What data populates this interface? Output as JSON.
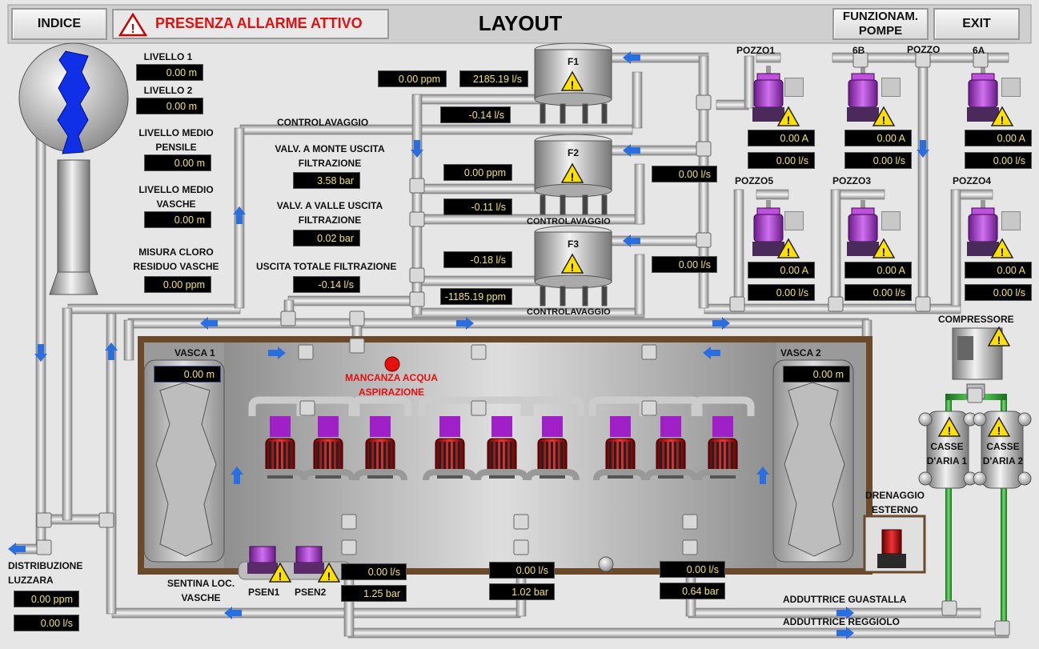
{
  "header": {
    "indice_label": "INDICE",
    "alarm_text": "PRESENZA ALLARME ATTIVO",
    "page_title": "LAYOUT",
    "pumps_label": "FUNZIONAM. POMPE",
    "exit_label": "EXIT"
  },
  "tower": {
    "livello1_label": "LIVELLO 1",
    "livello1_value": "0.00 m",
    "livello2_label": "LIVELLO 2",
    "livello2_value": "0.00 m",
    "medio_pensile_label": "LIVELLO MEDIO PENSILE",
    "medio_pensile_value": "0.00 m",
    "medio_vasche_label": "LIVELLO MEDIO VASCHE",
    "medio_vasche_value": "0.00 m",
    "cloro_label": "MISURA CLORO RESIDUO VASCHE",
    "cloro_value": "0.00 ppm"
  },
  "filtration": {
    "controlavaggio_label": "CONTROLAVAGGIO",
    "valv_monte_label": "VALV. A MONTE USCITA FILTRAZIONE",
    "valv_monte_value": "3.58 bar",
    "valv_valle_label": "VALV. A VALLE USCITA FILTRAZIONE",
    "valv_valle_value": "0.02 bar",
    "uscita_totale_label": "USCITA TOTALE FILTRAZIONE",
    "uscita_totale_value": "-0.14 l/s",
    "f1_label": "F1",
    "f2_label": "F2",
    "f3_label": "F3",
    "f1_ppm": "0.00 ppm",
    "f1_flow": "2185.19 l/s",
    "f1_out": "-0.14 l/s",
    "f2_ppm": "0.00 ppm",
    "f2_out": "-0.11 l/s",
    "f2_side": "0.00 l/s",
    "f3_in": "-0.18 l/s",
    "f3_out": "-1185.19 ppm",
    "f3_side": "0.00 l/s",
    "controlavaggio_f2": "CONTROLAVAGGIO",
    "controlavaggio_f3": "CONTROLAVAGGIO"
  },
  "wells": [
    {
      "name": "POZZO1",
      "amp": "0.00 A",
      "flow": "0.00 l/s"
    },
    {
      "name": "6B",
      "amp": "0.00 A",
      "flow": "0.00 l/s"
    },
    {
      "name": "6A",
      "amp": "0.00 A",
      "flow": "0.00 l/s"
    },
    {
      "name": "POZZO5",
      "amp": "0.00 A",
      "flow": "0.00 l/s"
    },
    {
      "name": "POZZO3",
      "amp": "0.00 A",
      "flow": "0.00 l/s"
    },
    {
      "name": "POZZO4",
      "amp": "0.00 A",
      "flow": "0.00 l/s"
    }
  ],
  "pozzo_label": "POZZO",
  "tanks": {
    "vasca1_label": "VASCA 1",
    "vasca1_value": "0.00 m",
    "vasca2_label": "VASCA 2",
    "vasca2_value": "0.00 m",
    "alarm_label": "MANCANZA ACQUA ASPIRAZIONE"
  },
  "pump_groups": [
    {
      "flow": "0.00 l/s",
      "pressure": "1.25 bar"
    },
    {
      "flow": "0.00 l/s",
      "pressure": "1.02 bar"
    },
    {
      "flow": "0.00 l/s",
      "pressure": "0.64 bar"
    }
  ],
  "bottom": {
    "distribuzione_label": "DISTRIBUZIONE LUZZARA",
    "distribuzione_ppm": "0.00 ppm",
    "distribuzione_flow": "0.00 l/s",
    "sentina_label": "SENTINA LOC. VASCHE",
    "psen1_label": "PSEN1",
    "psen2_label": "PSEN2",
    "guastalla_label": "ADDUTTRICE GUASTALLA",
    "reggiolo_label": "ADDUTTRICE REGGIOLO",
    "drenaggio_label": "DRENAGGIO ESTERNO"
  },
  "compressor": {
    "label": "COMPRESSORE",
    "cassa1_label": "CASSE D'ARIA 1",
    "cassa2_label": "CASSE D'ARIA 2"
  },
  "colors": {
    "value_bg": "#000000",
    "value_text": "#f3e26b",
    "alarm_red": "#e01010",
    "pipe": "#c4c4c4",
    "motor": "#b00000",
    "pump_purple": "#a040c0",
    "air_pipe": "#30a030"
  }
}
